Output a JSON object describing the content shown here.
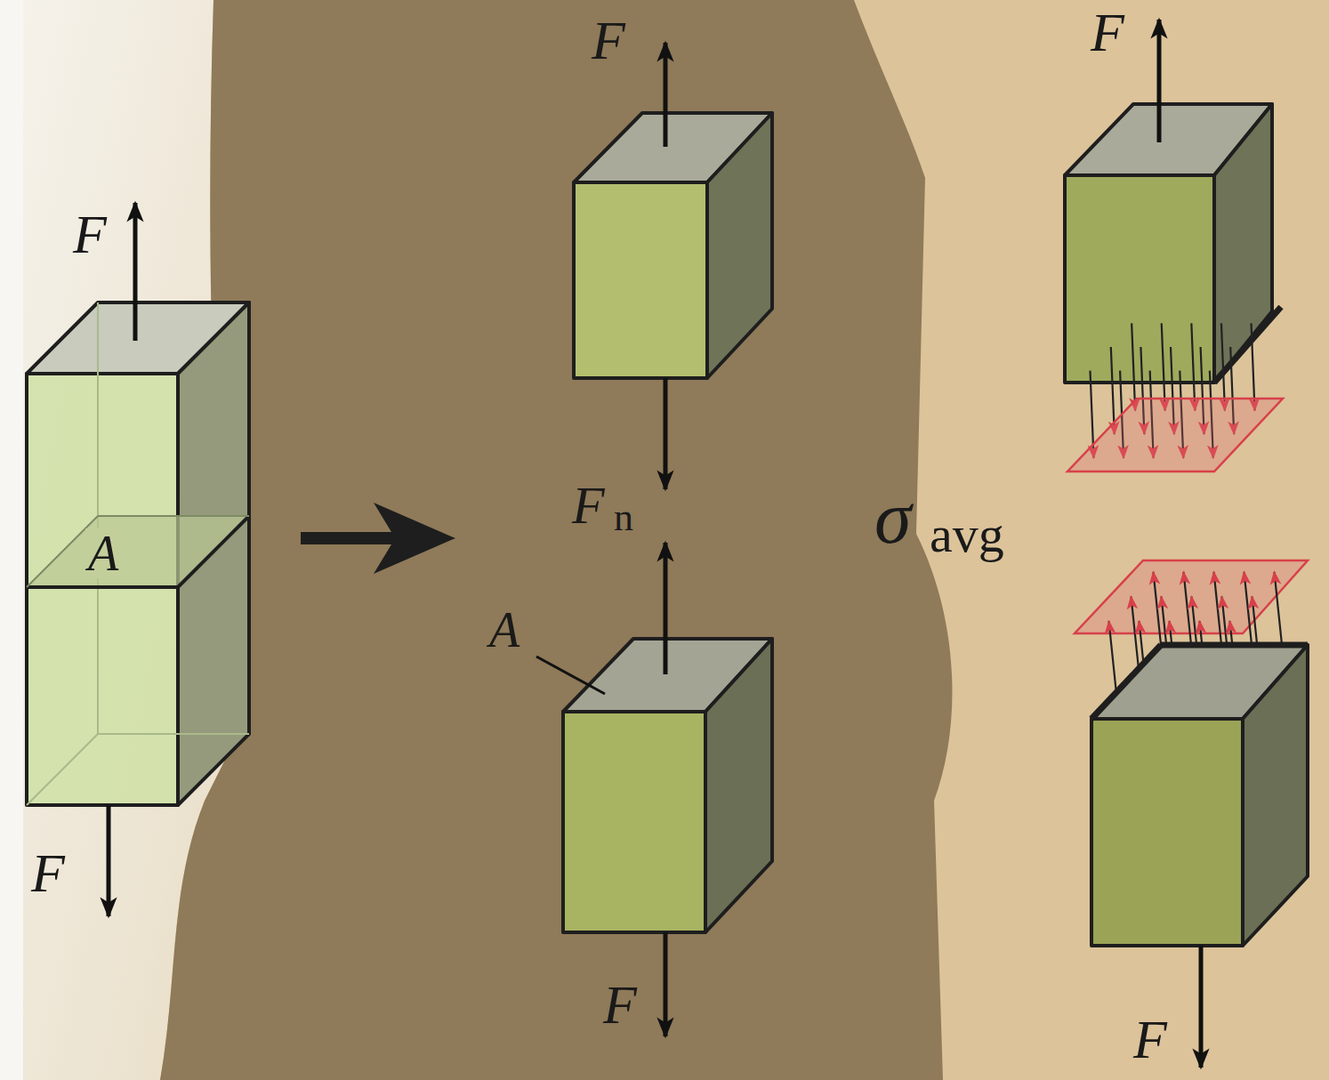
{
  "diagram": {
    "labels": [
      "F",
      "A",
      "F",
      "F",
      "F",
      "n",
      "A",
      "F",
      "F",
      "σ",
      "avg",
      "F"
    ]
  }
}
